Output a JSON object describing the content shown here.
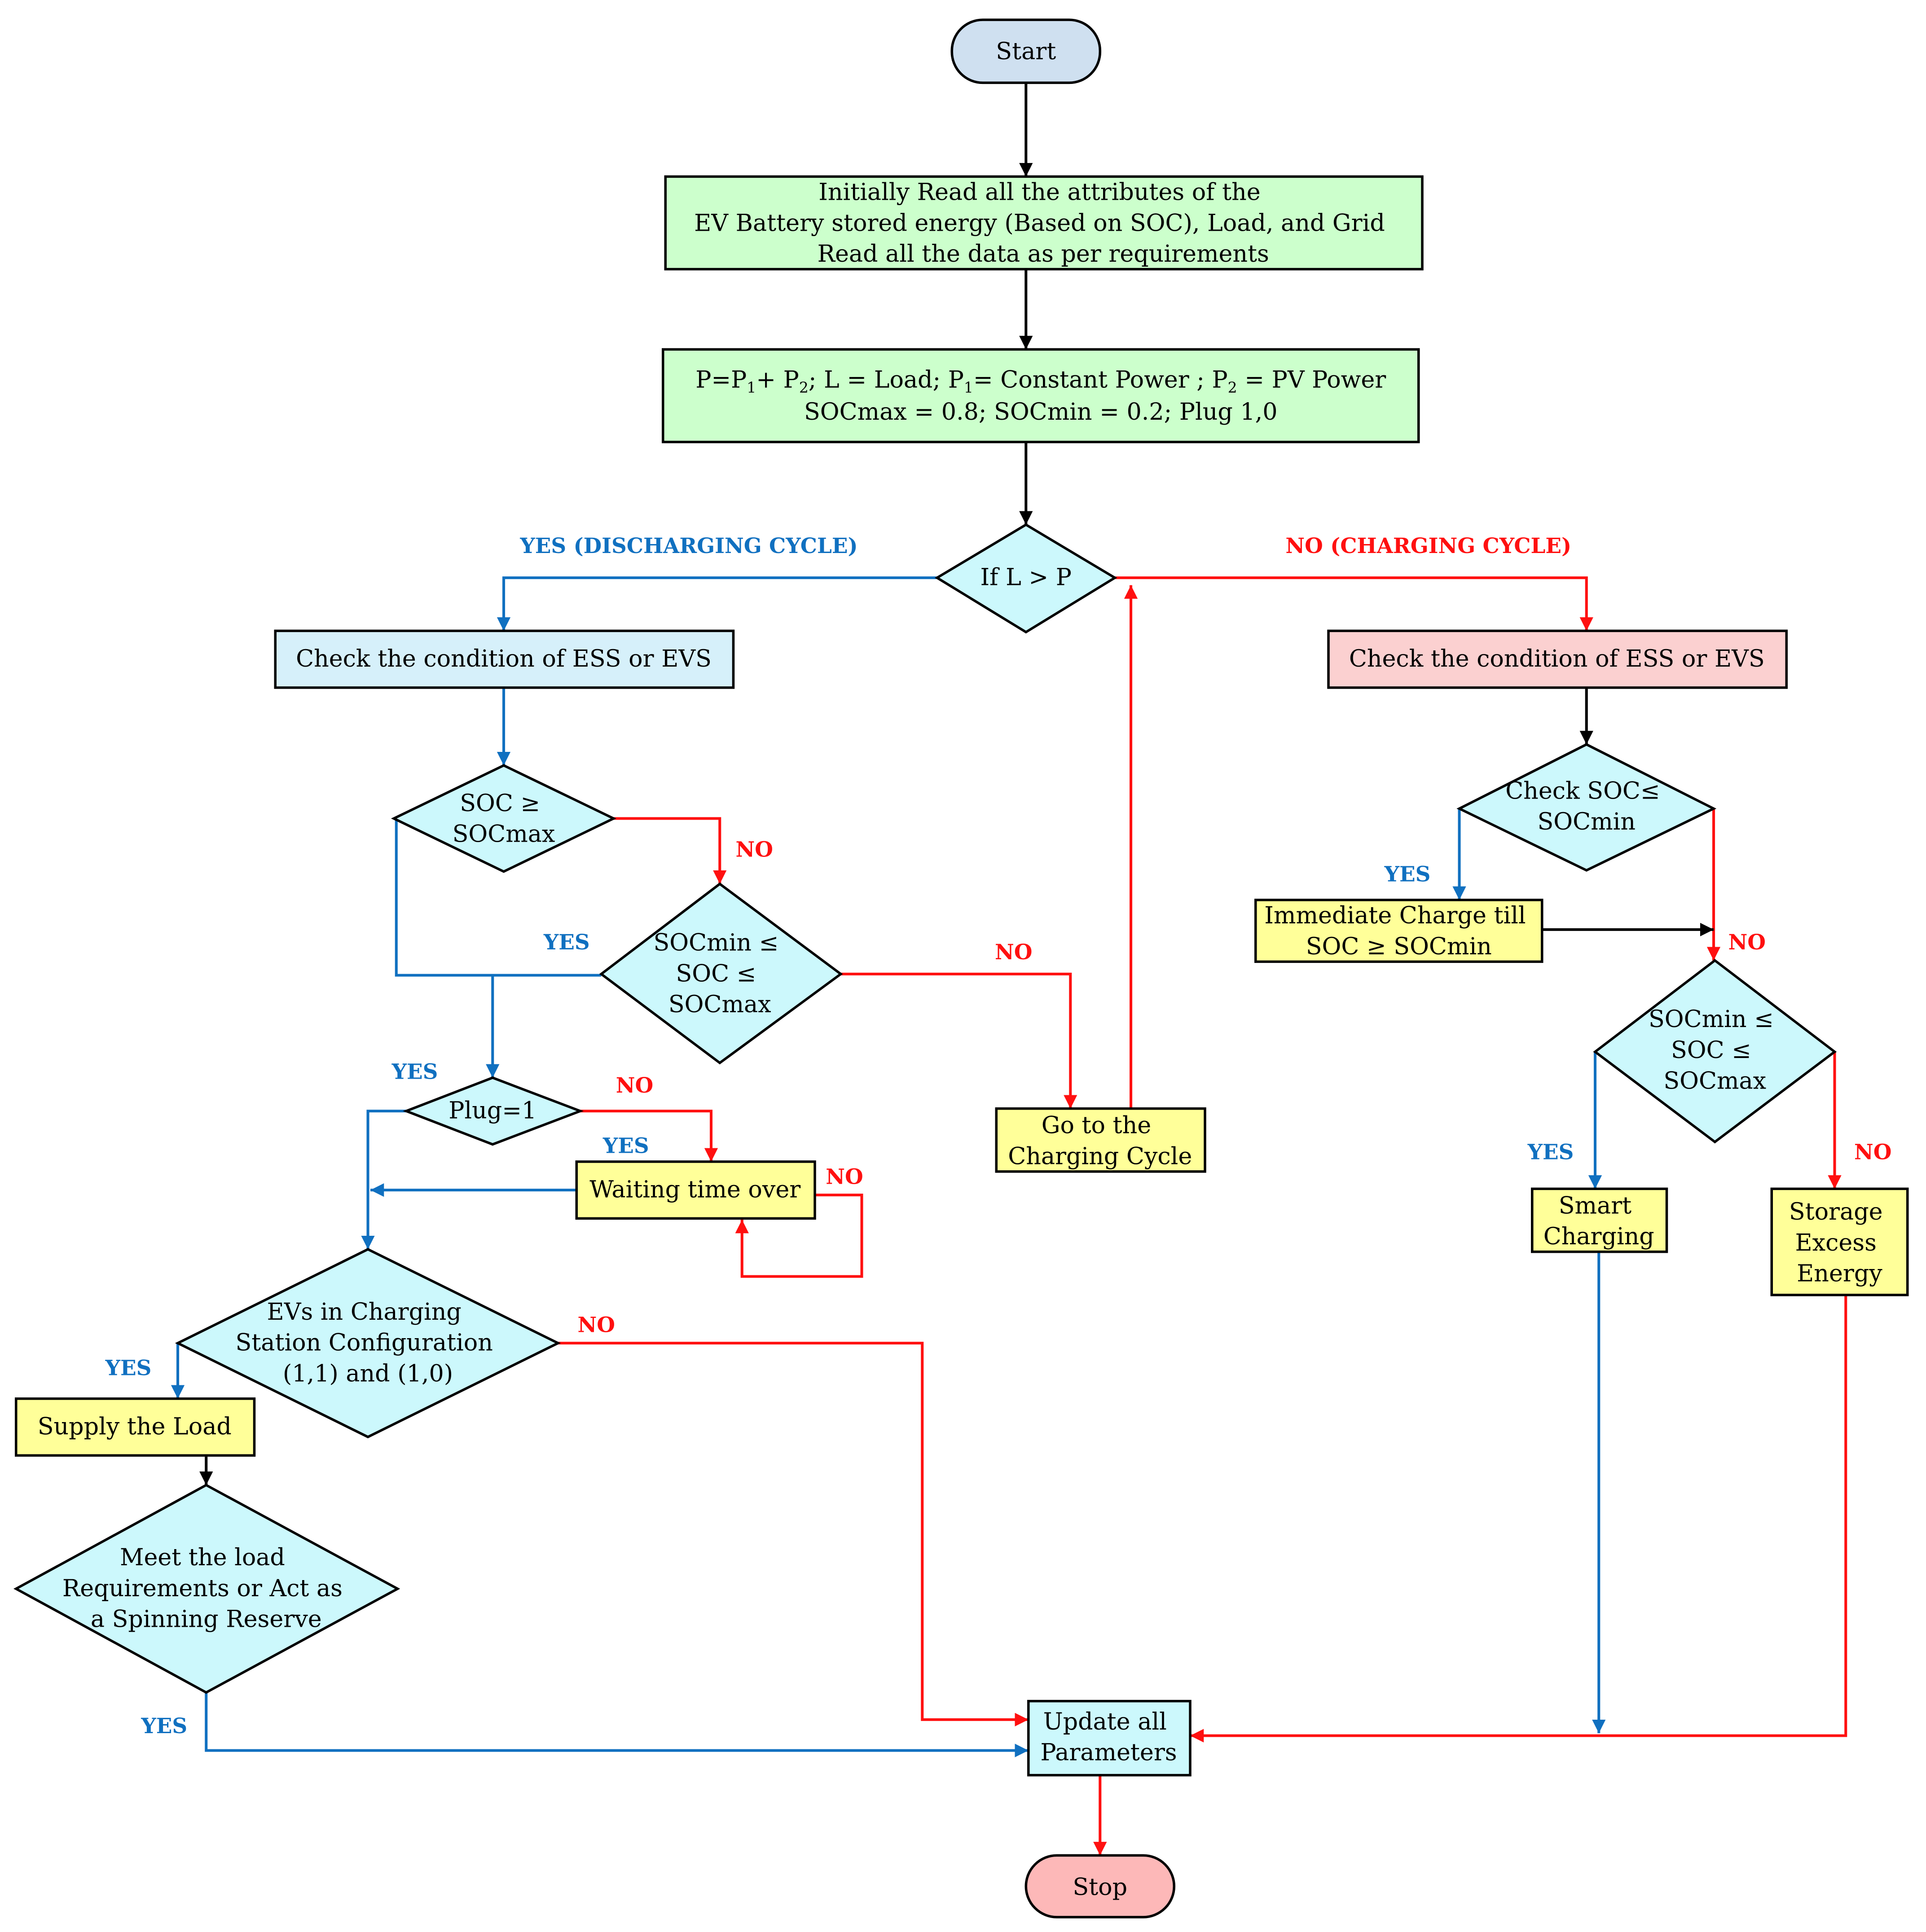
{
  "colors": {
    "terminal_start": "#cfe0f0",
    "terminal_stop": "#fdb8b8",
    "process_green": "#ccffcc",
    "process_blue": "#d6f0fa",
    "process_pink": "#fbd0d0",
    "process_yellow": "#ffff99",
    "process_cyan": "#ccf8fc",
    "decision": "#ccf8fc",
    "flow_black": "#000000",
    "flow_blue": "#1070c0",
    "flow_red": "#ff1010",
    "label_blue": "#1070c0",
    "label_red": "#ff1010"
  },
  "nodes": {
    "start": {
      "lines": [
        "Start"
      ]
    },
    "read_attributes": {
      "lines": [
        "Initially Read all the attributes of the",
        "EV Battery stored energy (Based on SOC), Load, and Grid",
        "Read all the data as per requirements"
      ]
    },
    "parameters": {
      "line1": {
        "t1": "P=P",
        "s1": "1",
        "t2": "+ P",
        "s2": "2",
        "t3": "; L = Load; P",
        "s3": "1",
        "t4": "= Constant Power ; P",
        "s4": "2",
        "t5": " = PV Power"
      },
      "line2": "SOCmax = 0.8;  SOCmin = 0.2; Plug 1,0"
    },
    "if_l_gt_p": {
      "lines": [
        "If L > P"
      ]
    },
    "check_left": {
      "lines": [
        "Check the condition of ESS or EVS"
      ]
    },
    "check_right": {
      "lines": [
        "Check the condition of ESS or EVS"
      ]
    },
    "soc_ge_max": {
      "lines": [
        "SOC ≥",
        "SOCmax"
      ]
    },
    "socmin_soc_socmax_left": {
      "lines": [
        "SOCmin ≤",
        "SOC ≤",
        "SOCmax"
      ]
    },
    "go_charging": {
      "lines": [
        "Go to the",
        "Charging Cycle"
      ]
    },
    "plug": {
      "lines": [
        "Plug=1"
      ]
    },
    "waiting": {
      "lines": [
        "Waiting time over"
      ]
    },
    "ev_config": {
      "lines": [
        "EVs in Charging",
        "Station Configuration",
        "(1,1) and (1,0)"
      ]
    },
    "supply_load": {
      "lines": [
        "Supply the Load"
      ]
    },
    "meet_load": {
      "lines": [
        "Meet the load",
        "Requirements or Act as",
        "a Spinning Reserve"
      ]
    },
    "update_params": {
      "lines": [
        "Update all",
        "Parameters"
      ]
    },
    "stop": {
      "lines": [
        "Stop"
      ]
    },
    "check_soc_min": {
      "lines": [
        "Check SOC≤",
        "SOCmin"
      ]
    },
    "immediate_charge": {
      "lines": [
        "Immediate Charge till",
        "SOC ≥ SOCmin"
      ]
    },
    "socmin_soc_socmax_right": {
      "lines": [
        "SOCmin ≤",
        "SOC ≤",
        "SOCmax"
      ]
    },
    "smart_charging": {
      "lines": [
        "Smart",
        "Charging"
      ]
    },
    "storage_excess": {
      "lines": [
        "Storage",
        "Excess",
        "Energy"
      ]
    }
  },
  "edge_labels": {
    "yes_discharging": "YES (DISCHARGING CYCLE)",
    "no_charging": "NO (CHARGING CYCLE)",
    "no_soc_max": "NO",
    "yes_left_mid": "YES",
    "no_to_charging": "NO",
    "yes_plug": "YES",
    "no_plug": "NO",
    "yes_waiting": "YES",
    "no_waiting": "NO",
    "no_ev_config": "NO",
    "yes_ev_config": "YES",
    "yes_meet_load": "YES",
    "yes_check_min": "YES",
    "no_check_min": "NO",
    "yes_smart": "YES",
    "no_storage": "NO"
  }
}
